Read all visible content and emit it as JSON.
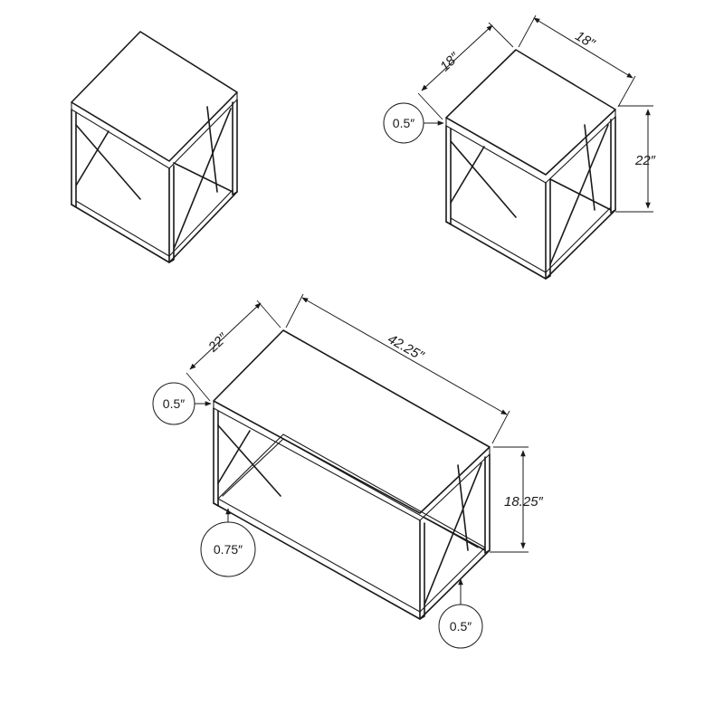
{
  "diagram": {
    "line_color": "#1a1a1a",
    "background": "#ffffff"
  },
  "end_table": {
    "depth_label": "18″",
    "width_label": "18″",
    "height_label": "22″",
    "top_thickness_label": "0.5″"
  },
  "coffee_table": {
    "depth_label": "22″",
    "width_label": "42.25″",
    "height_label": "18.25″",
    "top_thickness_label": "0.5″",
    "frame_label": "0.75″",
    "shelf_label": "0.5″"
  }
}
